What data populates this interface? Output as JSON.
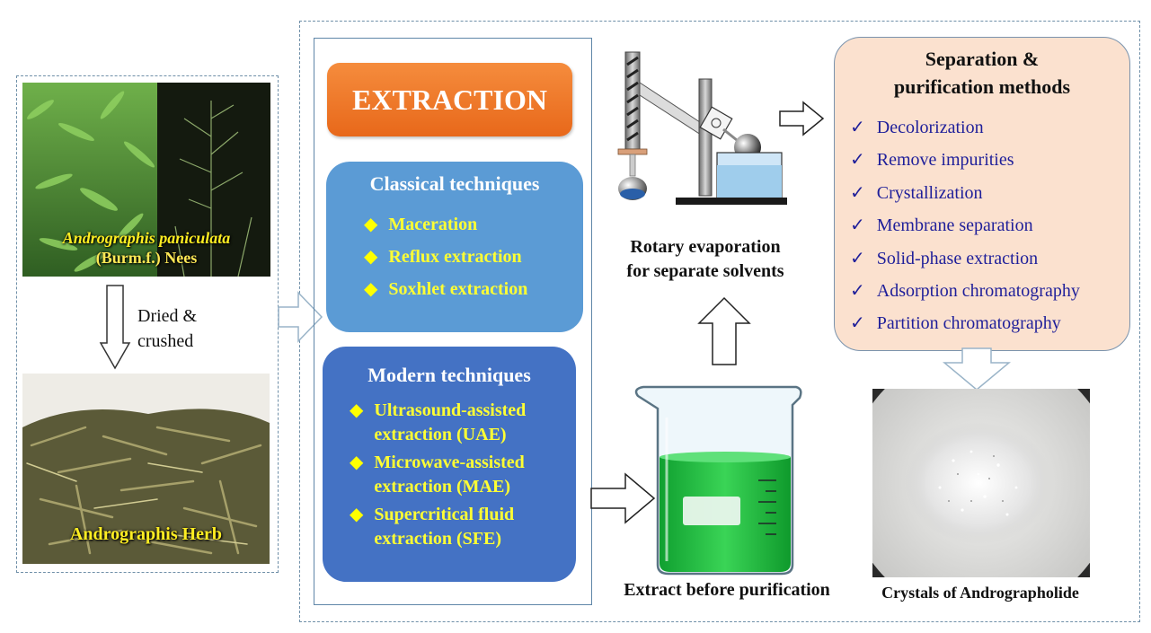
{
  "left_panel": {
    "plant_caption_line1": "Andrographis paniculata",
    "plant_caption_line2": "(Burm.f.) Nees",
    "process_line1": "Dried &",
    "process_line2": "crushed",
    "herb_caption": "Andrographis Herb"
  },
  "extraction": {
    "title": "EXTRACTION",
    "classical": {
      "title": "Classical techniques",
      "items": [
        "Maceration",
        "Reflux extraction",
        "Soxhlet extraction"
      ]
    },
    "modern": {
      "title": "Modern techniques",
      "items": [
        {
          "line1": "Ultrasound-assisted",
          "line2": "extraction (UAE)"
        },
        {
          "line1": "Microwave-assisted",
          "line2": "extraction (MAE)"
        },
        {
          "line1": "Supercritical fluid",
          "line2": "extraction (SFE)"
        }
      ]
    }
  },
  "rotary": {
    "label_line1": "Rotary evaporation",
    "label_line2": "for separate solvents"
  },
  "beaker": {
    "label": "Extract before purification"
  },
  "separation": {
    "title_line1": "Separation &",
    "title_line2": "purification methods",
    "methods": [
      "Decolorization",
      "Remove impurities",
      "Crystallization",
      "Membrane separation",
      "Solid-phase extraction",
      "Adsorption chromatography",
      "Partition chromatography"
    ]
  },
  "crystals": {
    "label": "Crystals of Andrographolide"
  },
  "colors": {
    "extraction_title_bg": "#f07a28",
    "classical_bg": "#5b9bd5",
    "modern_bg": "#4472c4",
    "bullet_yellow": "#ffff33",
    "separation_bg": "#fbe1cf",
    "check_blue": "#1f1f9a",
    "beaker_liquid": "#22c040"
  },
  "icons": {
    "bullet": "diamond-icon",
    "check": "check-icon",
    "arrows": [
      "arrow-down-icon",
      "arrow-right-icon",
      "arrow-up-icon"
    ]
  }
}
